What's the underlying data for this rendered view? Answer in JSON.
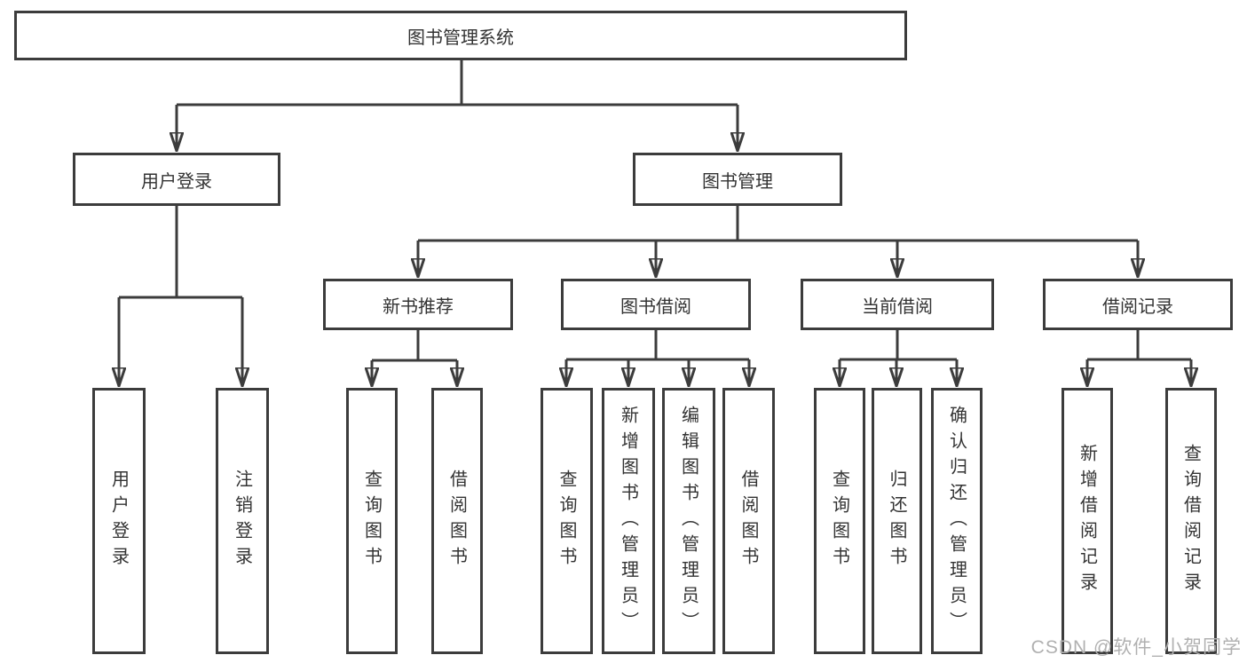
{
  "tree": {
    "root": "图书管理系统",
    "branches": [
      {
        "label": "用户登录",
        "children": [
          {
            "label": "用户登录"
          },
          {
            "label": "注销登录"
          }
        ]
      },
      {
        "label": "图书管理",
        "children": [
          {
            "label": "新书推荐",
            "children": [
              {
                "label": "查询图书"
              },
              {
                "label": "借阅图书"
              }
            ]
          },
          {
            "label": "图书借阅",
            "children": [
              {
                "label": "查询图书"
              },
              {
                "label": "新增图书（管理员）"
              },
              {
                "label": "编辑图书（管理员）"
              },
              {
                "label": "借阅图书"
              }
            ]
          },
          {
            "label": "当前借阅",
            "children": [
              {
                "label": "查询图书"
              },
              {
                "label": "归还图书"
              },
              {
                "label": "确认归还（管理员）"
              }
            ]
          },
          {
            "label": "借阅记录",
            "children": [
              {
                "label": "新增借阅记录"
              },
              {
                "label": "查询借阅记录"
              }
            ]
          }
        ]
      }
    ]
  },
  "watermark": {
    "text": "CSDN @软件_小贺同学"
  },
  "colors": {
    "line": "#3c3c3c",
    "text": "#333333",
    "watermark": "#b0b0b0",
    "background": "#ffffff"
  }
}
